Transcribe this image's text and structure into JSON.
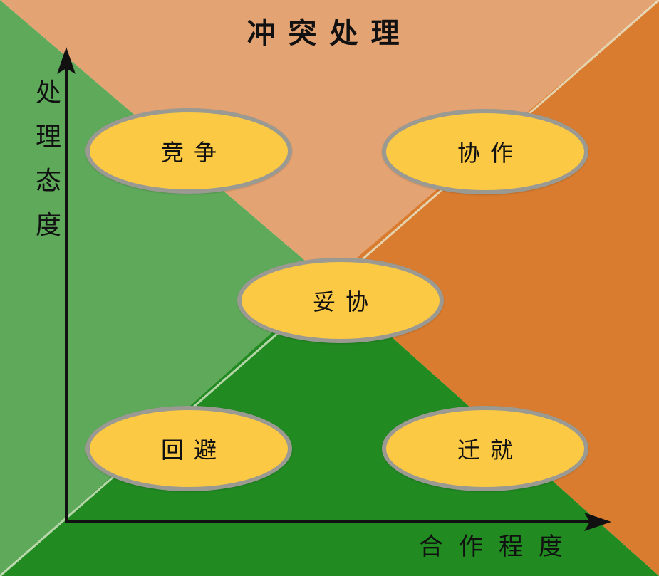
{
  "title": "冲突处理",
  "y_axis_label": "处理态度",
  "x_axis_label": "合作程度",
  "nodes": {
    "competition": "竞争",
    "collaboration": "协作",
    "compromise": "妥协",
    "avoidance": "回避",
    "accommodation": "迁就"
  },
  "colors": {
    "top_region": "#e4a373",
    "right_region": "#d97c2f",
    "left_region": "#5fa95a",
    "bottom_region": "#218a21",
    "node_fill": "#fcc944",
    "node_border": "#9a9a92",
    "axis": "#111111"
  }
}
